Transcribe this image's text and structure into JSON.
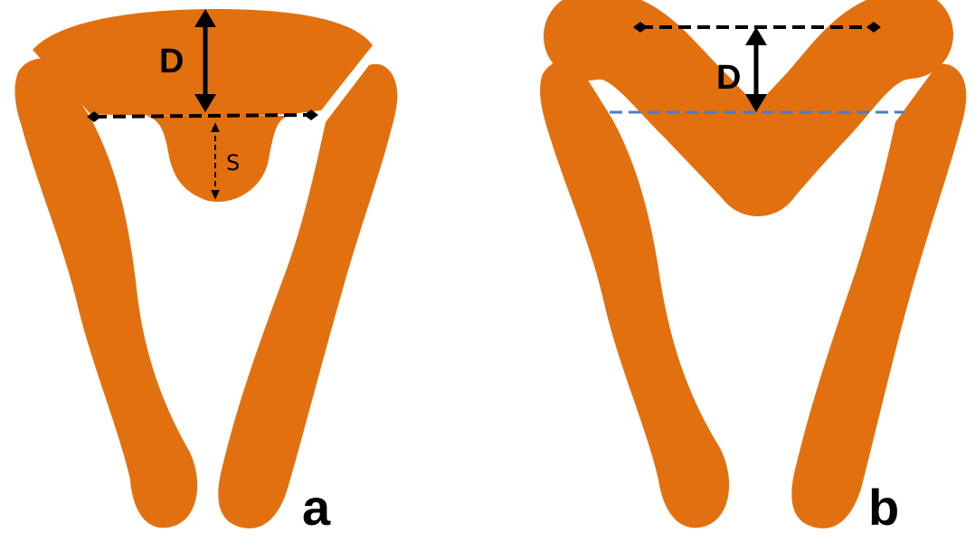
{
  "colors": {
    "shape_fill": "#E2700F",
    "arrow": "#000000",
    "reference_line": "#4A7CC9",
    "background": "#FFFFFF"
  },
  "panel_a": {
    "panel_label": "a",
    "depth_label": "D",
    "sag_label": "S"
  },
  "panel_b": {
    "panel_label": "b",
    "depth_label": "D"
  }
}
